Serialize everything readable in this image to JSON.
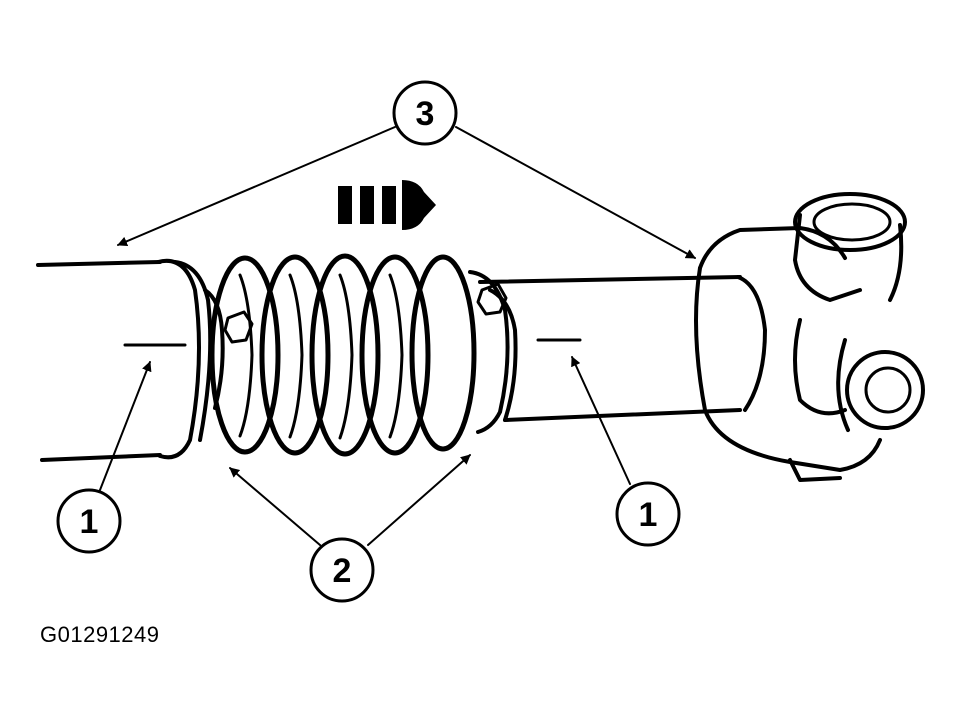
{
  "figure_id": "G01291249",
  "callouts": [
    {
      "label": "3",
      "part": "slip-yoke-and-shaft-alignment-marks"
    },
    {
      "label": "1",
      "part": "alignment-mark-left"
    },
    {
      "label": "1",
      "part": "alignment-mark-right"
    },
    {
      "label": "2",
      "part": "boot-clamps"
    }
  ],
  "colors": {
    "ink": "#000000",
    "paper": "#ffffff"
  }
}
